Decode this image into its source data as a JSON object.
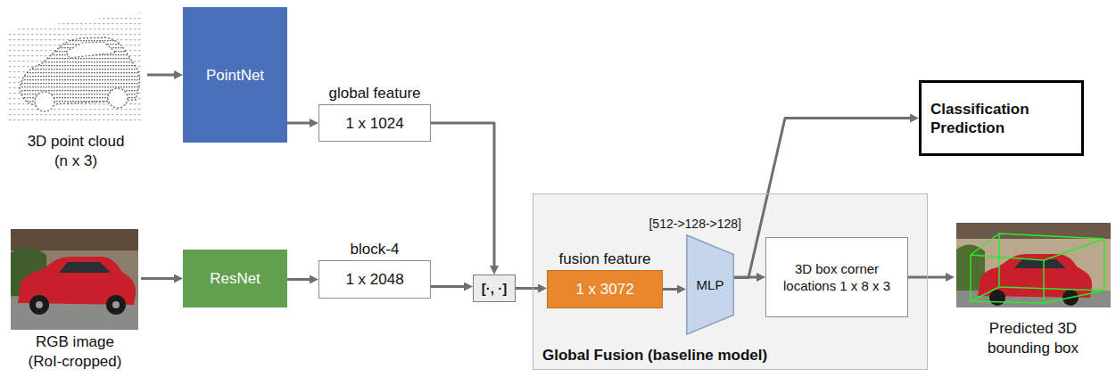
{
  "diagram": {
    "nodes": [
      {
        "text": [
          "3D point cloud (n x 3)"
        ]
      },
      {
        "text": [
          "PointNet"
        ]
      },
      {
        "text": [
          "global feature",
          "1 x 1024"
        ]
      },
      {
        "text": [
          "RGB image (RoI-cropped)"
        ]
      },
      {
        "text": [
          "ResNet"
        ]
      },
      {
        "text": [
          "block-4",
          "1 x 2048"
        ]
      },
      {
        "text": [
          "[·, ·]"
        ]
      },
      {
        "text": [
          "Global Fusion (baseline model)"
        ]
      },
      {
        "text": [
          "fusion feature",
          "1 x 3072"
        ],
        "in": 7
      },
      {
        "text": [
          "[512->128->128]",
          "MLP"
        ],
        "in": 7
      },
      {
        "text": [
          "3D box corner locations 1 x 8 x 3"
        ],
        "in": 7
      },
      {
        "text": [
          "Classification Prediction"
        ]
      },
      {
        "text": [
          "Predicted 3D bounding box"
        ]
      }
    ],
    "edges": [
      {
        "from": 0,
        "to": 1,
        "arrow": "to"
      },
      {
        "from": 1,
        "to": 2,
        "arrow": "to"
      },
      {
        "from": 3,
        "to": 4,
        "arrow": "to"
      },
      {
        "from": 4,
        "to": 5,
        "arrow": "to"
      },
      {
        "from": 2,
        "to": 6,
        "arrow": "to"
      },
      {
        "from": 5,
        "to": 6,
        "arrow": "to"
      },
      {
        "from": 6,
        "to": 8,
        "arrow": "to"
      },
      {
        "from": 8,
        "to": 9,
        "arrow": "to"
      },
      {
        "from": 9,
        "to": 11,
        "arrow": "to"
      },
      {
        "from": 9,
        "to": 10,
        "arrow": "to"
      },
      {
        "from": 10,
        "to": 12,
        "arrow": "to"
      }
    ]
  }
}
